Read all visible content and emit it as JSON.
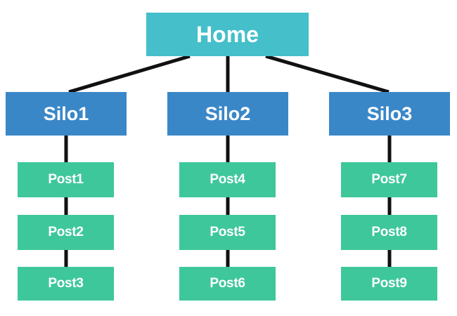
{
  "diagram": {
    "home": {
      "label": "Home"
    },
    "silos": [
      {
        "label": "Silo1",
        "posts": [
          "Post1",
          "Post2",
          "Post3"
        ]
      },
      {
        "label": "Silo2",
        "posts": [
          "Post4",
          "Post5",
          "Post6"
        ]
      },
      {
        "label": "Silo3",
        "posts": [
          "Post7",
          "Post8",
          "Post9"
        ]
      }
    ]
  },
  "colors": {
    "home": "#45bfca",
    "silo": "#3a87c8",
    "post": "#3ec79b",
    "connector": "#111111"
  }
}
